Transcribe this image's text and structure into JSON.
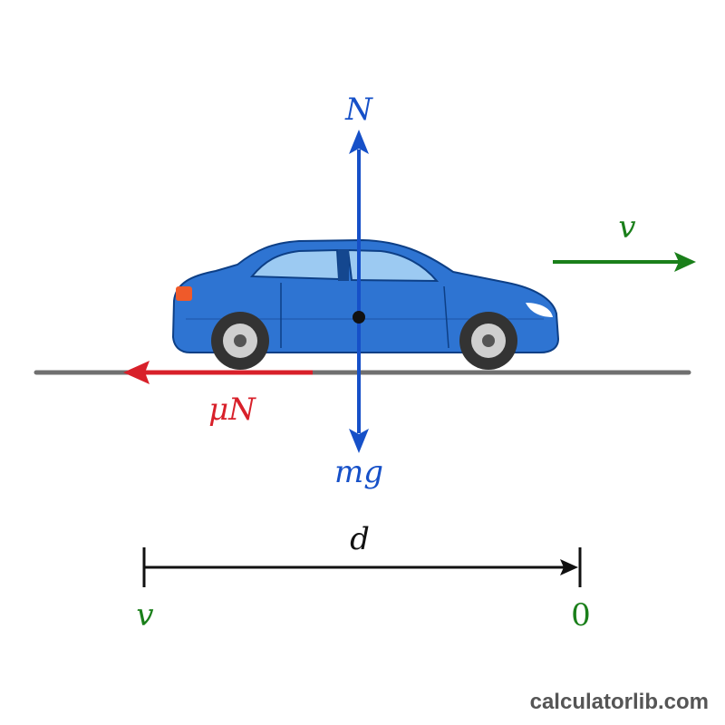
{
  "labels": {
    "normal_force": "N",
    "gravity": "mg",
    "friction": "μN",
    "velocity": "v",
    "distance": "d",
    "start_speed": "v",
    "end_speed": "0"
  },
  "watermark": "calculatorlib.com",
  "colors": {
    "force_blue": "#1650c8",
    "friction_red": "#d8202a",
    "velocity_green": "#1a7f1a",
    "distance_black": "#111111",
    "ground_gray": "#707070",
    "car_body": "#2e74d2",
    "car_outline": "#0d3f86",
    "window": "#9ccaf2",
    "tire": "#333333",
    "hubcap": "#cfcfcf",
    "tail_light": "#ef5a2a",
    "watermark": "#555555"
  },
  "icons": {
    "car": "car-icon"
  }
}
